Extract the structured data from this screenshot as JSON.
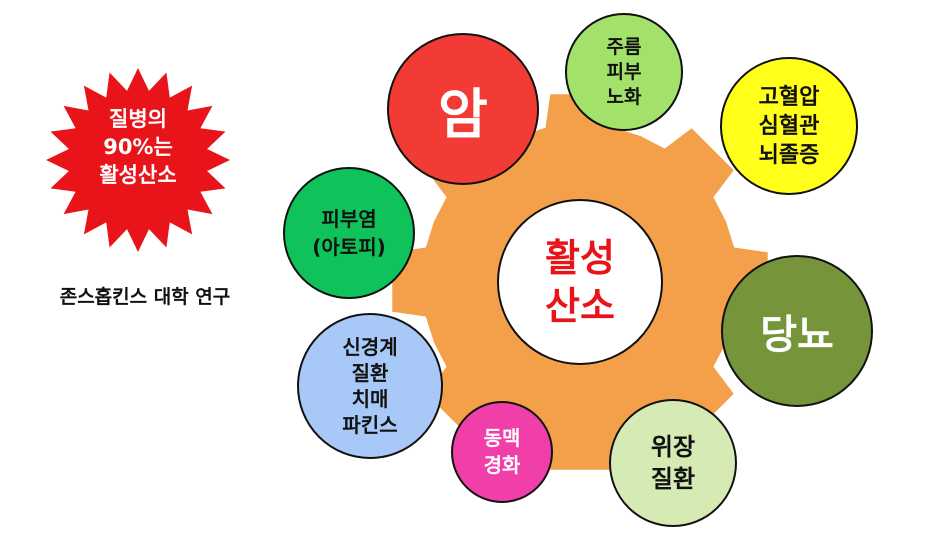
{
  "burst": {
    "lines": [
      "질병의",
      "90%는",
      "활성산소"
    ],
    "color": "#e8141a"
  },
  "research_caption": "존스홉킨스 대학 연구",
  "center": {
    "lines": [
      "활성",
      "산소"
    ],
    "text_color": "#e8141a",
    "gear_color": "#f4a04a"
  },
  "diseases": [
    {
      "id": "cancer",
      "lines": [
        "암"
      ],
      "color": "#f23b35",
      "text_color": "#ffffff"
    },
    {
      "id": "wrinkle",
      "lines": [
        "주름",
        "피부",
        "노화"
      ],
      "color": "#a2e26a",
      "text_color": "#111111"
    },
    {
      "id": "hypertension",
      "lines": [
        "고혈압",
        "심혈관",
        "뇌졸증"
      ],
      "color": "#ffff1a",
      "text_color": "#111111"
    },
    {
      "id": "dermatitis",
      "lines": [
        "피부염",
        "(아토피)"
      ],
      "color": "#10c25a",
      "text_color": "#111111"
    },
    {
      "id": "diabetes",
      "lines": [
        "당뇨"
      ],
      "color": "#76953a",
      "text_color": "#ffffff"
    },
    {
      "id": "neuro",
      "lines": [
        "신경계",
        "질환",
        "치매",
        "파킨스"
      ],
      "color": "#a8c8f7",
      "text_color": "#111111"
    },
    {
      "id": "arterio",
      "lines": [
        "동맥",
        "경화"
      ],
      "color": "#f03fa8",
      "text_color": "#ffffff"
    },
    {
      "id": "gastric",
      "lines": [
        "위장",
        "질환"
      ],
      "color": "#d6eab4",
      "text_color": "#111111"
    }
  ]
}
